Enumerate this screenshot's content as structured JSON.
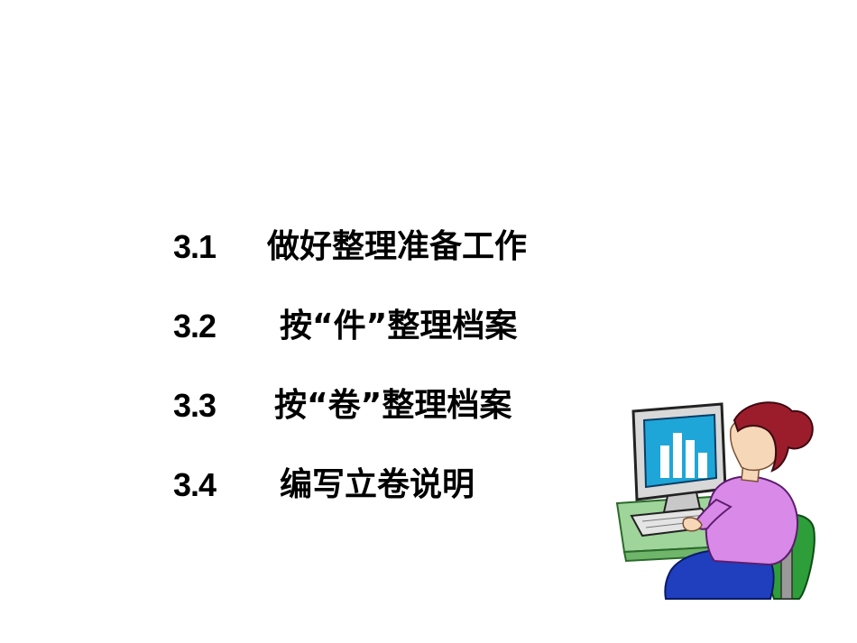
{
  "toc": {
    "items": [
      {
        "number": "3.1",
        "title": "做好整理准备工作"
      },
      {
        "number": "3.2",
        "title": "按“件”整理档案"
      },
      {
        "number": "3.3",
        "title": "按“卷”整理档案"
      },
      {
        "number": "3.4",
        "title": "编写立卷说明"
      }
    ]
  },
  "clipart": {
    "icon": "woman-at-computer-icon",
    "colors": {
      "shirt": "#D98AE8",
      "hair": "#9B1D2B",
      "screen": "#1FA6D8",
      "monitor": "#D8D8D8",
      "desk": "#9FD49A",
      "chair": "#2E9E3A",
      "pants": "#1F3FBF"
    }
  }
}
